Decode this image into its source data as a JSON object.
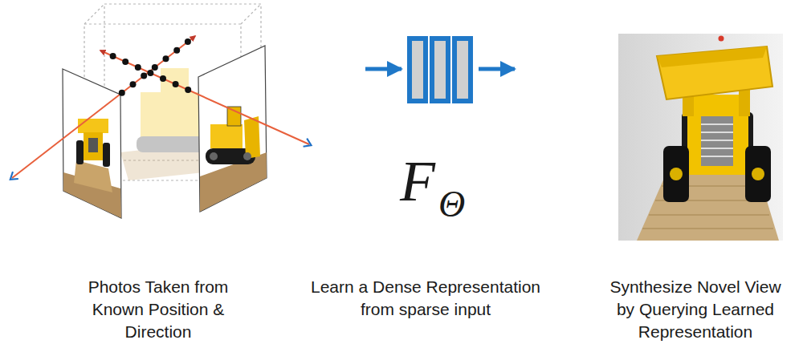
{
  "diagram": {
    "labels": [
      "F",
      "Θ",
      "Photos Taken from Known Position & Direction",
      "Learn a Dense Representation from sparse input",
      "Synthesize Novel View by Querying Learned Representation"
    ]
  }
}
